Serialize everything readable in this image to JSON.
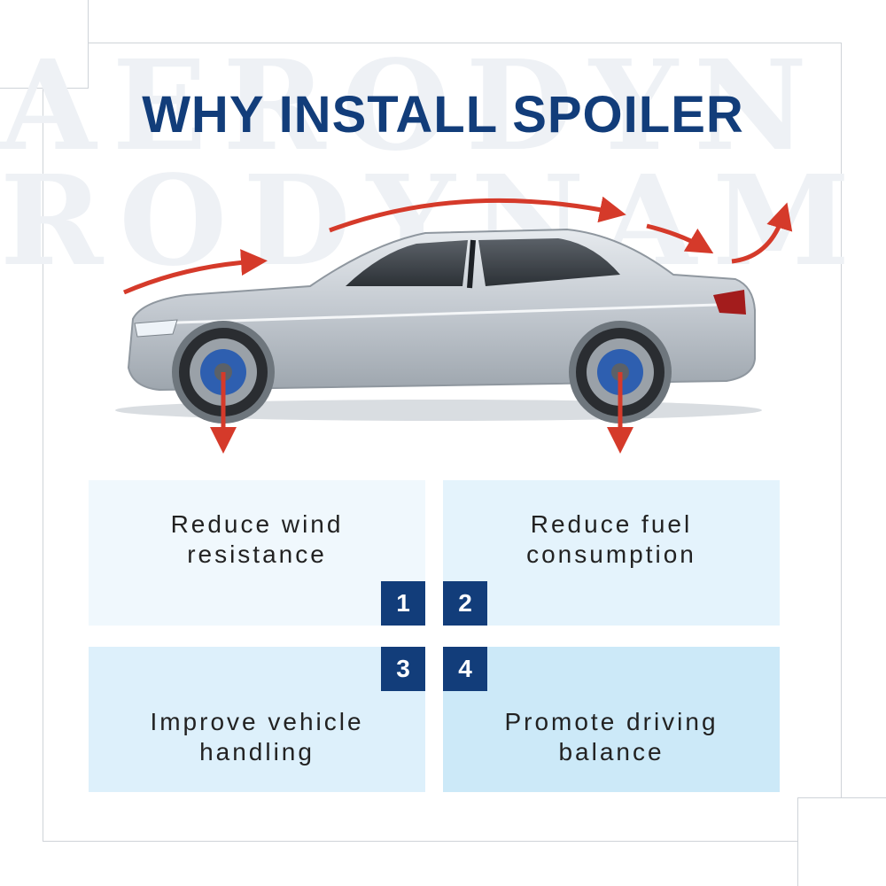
{
  "title": "WHY INSTALL SPOILER",
  "watermark": {
    "line1": "AERODYN",
    "line2": "RODYNAM"
  },
  "colors": {
    "brand": "#123d7a",
    "arrow": "#d53a2a"
  },
  "benefits": [
    {
      "number": "1",
      "line1": "Reduce wind",
      "line2": "resistance"
    },
    {
      "number": "2",
      "line1": "Reduce fuel",
      "line2": "consumption"
    },
    {
      "number": "3",
      "line1": "Improve vehicle",
      "line2": "handling"
    },
    {
      "number": "4",
      "line1": "Promote driving",
      "line2": "balance"
    }
  ]
}
